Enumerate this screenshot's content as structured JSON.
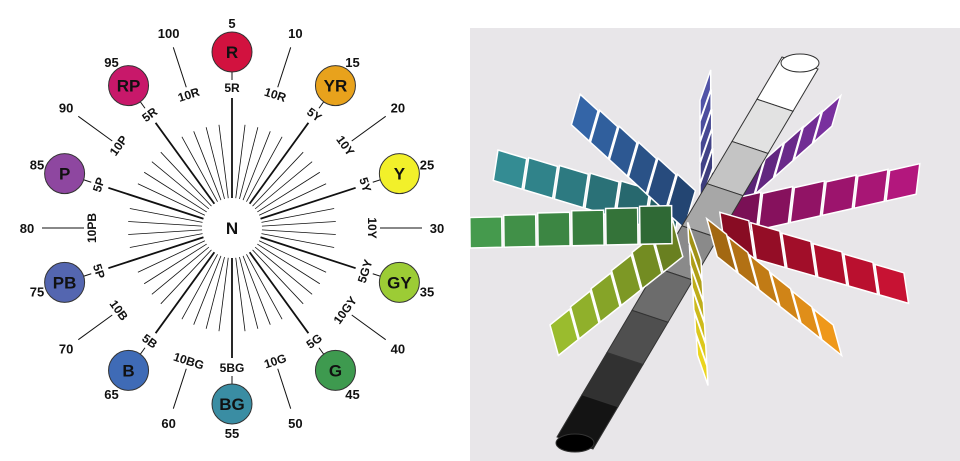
{
  "hue_wheel": {
    "center_label": "N",
    "hues": [
      {
        "label": "R",
        "color": "#d2123f",
        "angle": 0
      },
      {
        "label": "YR",
        "color": "#e8a21c",
        "angle": 36
      },
      {
        "label": "Y",
        "color": "#f2f02a",
        "angle": 72
      },
      {
        "label": "GY",
        "color": "#9ccc35",
        "angle": 108
      },
      {
        "label": "G",
        "color": "#3e9a4f",
        "angle": 144
      },
      {
        "label": "BG",
        "color": "#3a8da3",
        "angle": 180
      },
      {
        "label": "B",
        "color": "#3f6bb6",
        "angle": 216
      },
      {
        "label": "PB",
        "color": "#5466b0",
        "angle": 252
      },
      {
        "label": "P",
        "color": "#8e47a0",
        "angle": 288
      },
      {
        "label": "RP",
        "color": "#c8186a",
        "angle": 324
      }
    ],
    "numbers": [
      {
        "text": "5",
        "angle": 0
      },
      {
        "text": "10",
        "angle": 18
      },
      {
        "text": "15",
        "angle": 36
      },
      {
        "text": "20",
        "angle": 54
      },
      {
        "text": "25",
        "angle": 72
      },
      {
        "text": "30",
        "angle": 90
      },
      {
        "text": "35",
        "angle": 108
      },
      {
        "text": "40",
        "angle": 126
      },
      {
        "text": "45",
        "angle": 144
      },
      {
        "text": "50",
        "angle": 162
      },
      {
        "text": "55",
        "angle": 180
      },
      {
        "text": "60",
        "angle": 198
      },
      {
        "text": "65",
        "angle": 216
      },
      {
        "text": "70",
        "angle": 234
      },
      {
        "text": "75",
        "angle": 252
      },
      {
        "text": "80",
        "angle": 270
      },
      {
        "text": "85",
        "angle": 288
      },
      {
        "text": "90",
        "angle": 306
      },
      {
        "text": "95",
        "angle": 324
      },
      {
        "text": "100",
        "angle": 342
      }
    ],
    "ring_labels": [
      {
        "text": "5R",
        "angle": 0
      },
      {
        "text": "10R",
        "angle": 18
      },
      {
        "text": "5Y",
        "angle": 36
      },
      {
        "text": "10Y",
        "angle": 54
      },
      {
        "text": "5Y",
        "angle": 72
      },
      {
        "text": "10Y",
        "angle": 90
      },
      {
        "text": "5GY",
        "angle": 108
      },
      {
        "text": "10GY",
        "angle": 126
      },
      {
        "text": "5G",
        "angle": 144
      },
      {
        "text": "10G",
        "angle": 162
      },
      {
        "text": "5BG",
        "angle": 180
      },
      {
        "text": "10BG",
        "angle": 198
      },
      {
        "text": "5B",
        "angle": 216
      },
      {
        "text": "10B",
        "angle": 234
      },
      {
        "text": "5P",
        "angle": 252
      },
      {
        "text": "10PB",
        "angle": 270
      },
      {
        "text": "5P",
        "angle": 288
      },
      {
        "text": "10P",
        "angle": 306
      },
      {
        "text": "5R",
        "angle": 324
      },
      {
        "text": "10R",
        "angle": 342
      }
    ]
  },
  "color_solid": {
    "fins": [
      {
        "hue": "R",
        "angle": 25,
        "color": "#b5102e"
      },
      {
        "hue": "YR",
        "angle": 52,
        "color": "#d98a18"
      },
      {
        "hue": "Y",
        "angle": 88,
        "color": "#d6c21c"
      },
      {
        "hue": "GY",
        "angle": 128,
        "color": "#8cab2a"
      },
      {
        "hue": "G",
        "angle": 178,
        "color": "#3f8c46"
      },
      {
        "hue": "BG",
        "angle": 206,
        "color": "#2f7f86"
      },
      {
        "hue": "B",
        "angle": 236,
        "color": "#2f5c98"
      },
      {
        "hue": "PB",
        "angle": 270,
        "color": "#4a4b98"
      },
      {
        "hue": "P",
        "angle": 305,
        "color": "#6e2c90"
      },
      {
        "hue": "RP",
        "angle": 340,
        "color": "#a31572"
      }
    ]
  }
}
